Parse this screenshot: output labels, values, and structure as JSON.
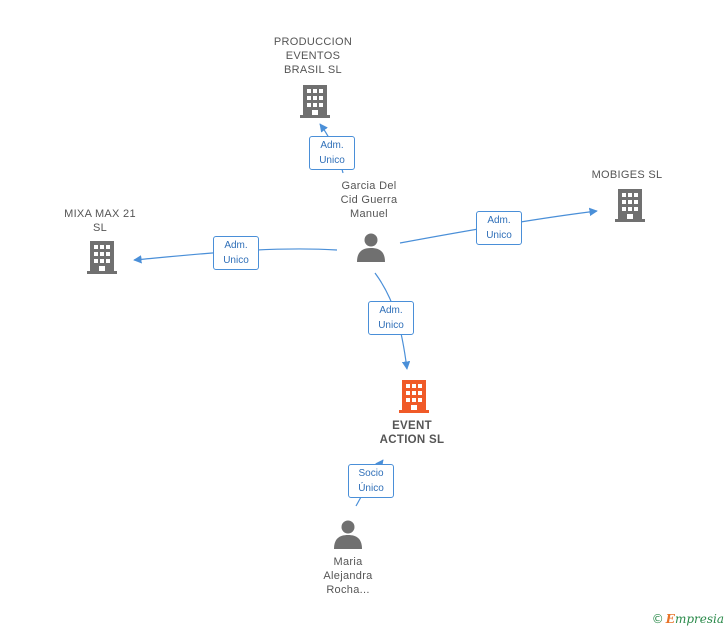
{
  "nodes": {
    "produccion": {
      "lines": [
        "PRODUCCION",
        "EVENTOS",
        "BRASIL  SL"
      ]
    },
    "mobiges": {
      "lines": [
        "MOBIGES SL"
      ]
    },
    "mixa": {
      "lines": [
        "MIXA MAX 21",
        "SL"
      ]
    },
    "garcia": {
      "lines": [
        "Garcia Del",
        "Cid Guerra",
        "Manuel"
      ]
    },
    "event": {
      "lines": [
        "EVENT",
        "ACTION  SL"
      ]
    },
    "maria": {
      "lines": [
        "Maria",
        "Alejandra",
        "Rocha..."
      ]
    }
  },
  "edges": {
    "to_produccion": {
      "lines": [
        "Adm.",
        "Unico"
      ]
    },
    "to_mobiges": {
      "lines": [
        "Adm.",
        "Unico"
      ]
    },
    "to_mixa": {
      "lines": [
        "Adm.",
        "Unico"
      ]
    },
    "to_event": {
      "lines": [
        "Adm.",
        "Unico"
      ]
    },
    "maria_to_event": {
      "lines": [
        "Socio",
        "Único"
      ]
    }
  },
  "colors": {
    "edge": "#4a8fd8",
    "company_icon": "#707070",
    "main_company_icon": "#f05a28",
    "person_icon": "#707070"
  },
  "footer": {
    "copyright": "©",
    "brand_initial": "E",
    "brand_rest": "mpresia"
  }
}
